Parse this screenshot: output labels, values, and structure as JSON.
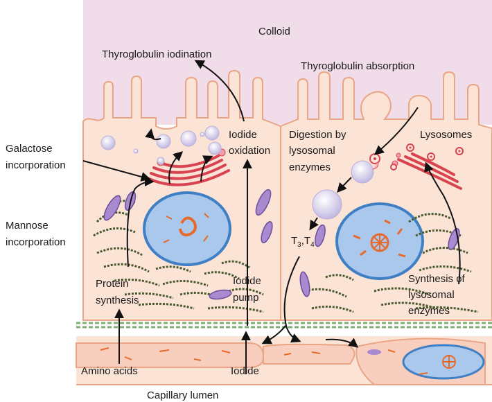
{
  "labels": {
    "colloid": "Colloid",
    "thyroglobulin_iodination": "Thyroglobulin iodination",
    "thyroglobulin_absorption": "Thyroglobulin absorption",
    "iodide_oxidation_1": "Iodide",
    "iodide_oxidation_2": "oxidation",
    "galactose_1": "Galactose",
    "galactose_2": "incorporation",
    "mannose_1": "Mannose",
    "mannose_2": "incorporation",
    "protein_synthesis_1": "Protein",
    "protein_synthesis_2": "synthesis",
    "iodide_pump_1": "Iodide",
    "iodide_pump_2": "pump",
    "amino_acids": "Amino acids",
    "iodide": "Iodide",
    "capillary_lumen": "Capillary lumen",
    "digestion_1": "Digestion by",
    "digestion_2": "lysosomal",
    "digestion_3": "enzymes",
    "lysosomes": "Lysosomes",
    "t3t4_t": "T",
    "t3t4_sub3": "3",
    "t3t4_comma": ",T",
    "t3t4_sub4": "4",
    "synthesis_lyso_1": "Synthesis of",
    "synthesis_lyso_2": "lysosomal",
    "synthesis_lyso_3": "enzymes"
  },
  "colors": {
    "colloid": "#f1dcea",
    "cytoplasm": "#fbe3d6",
    "cell_border": "#e9a585",
    "nucleus": "#a9c8ec",
    "nucleus_border": "#3f7fc4",
    "golgi": "#d8434f",
    "er": "#4a5a2e",
    "mito": "#a989cf",
    "vesicle": "#cfc6e6",
    "basement": "#7fae74",
    "arrow": "#111111"
  }
}
